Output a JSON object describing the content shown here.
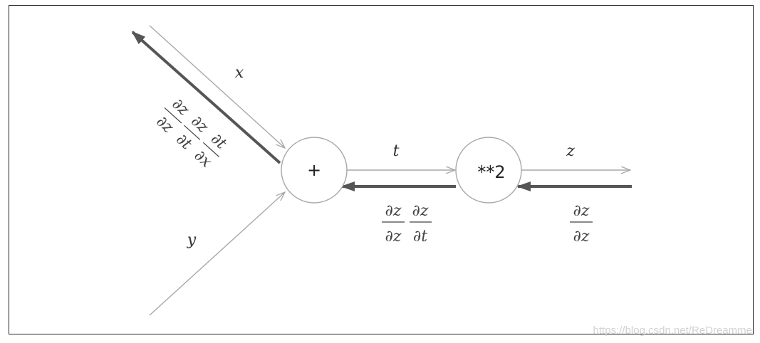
{
  "edges": {
    "x": "x",
    "y": "y",
    "t": "t",
    "z": "z"
  },
  "nodes": {
    "add": "+",
    "square": "**2"
  },
  "gradients": {
    "dz_dz": {
      "num": "∂z",
      "den": "∂z"
    },
    "dz_dt": {
      "num": "∂z",
      "den": "∂t"
    },
    "dt_dx": {
      "num": "∂t",
      "den": "∂x"
    }
  },
  "watermark": "https://blog.csdn.net/ReDreamme",
  "colors": {
    "forward": "#a8a8a8",
    "backward": "#555555",
    "node_stroke": "#a8a8a8"
  }
}
